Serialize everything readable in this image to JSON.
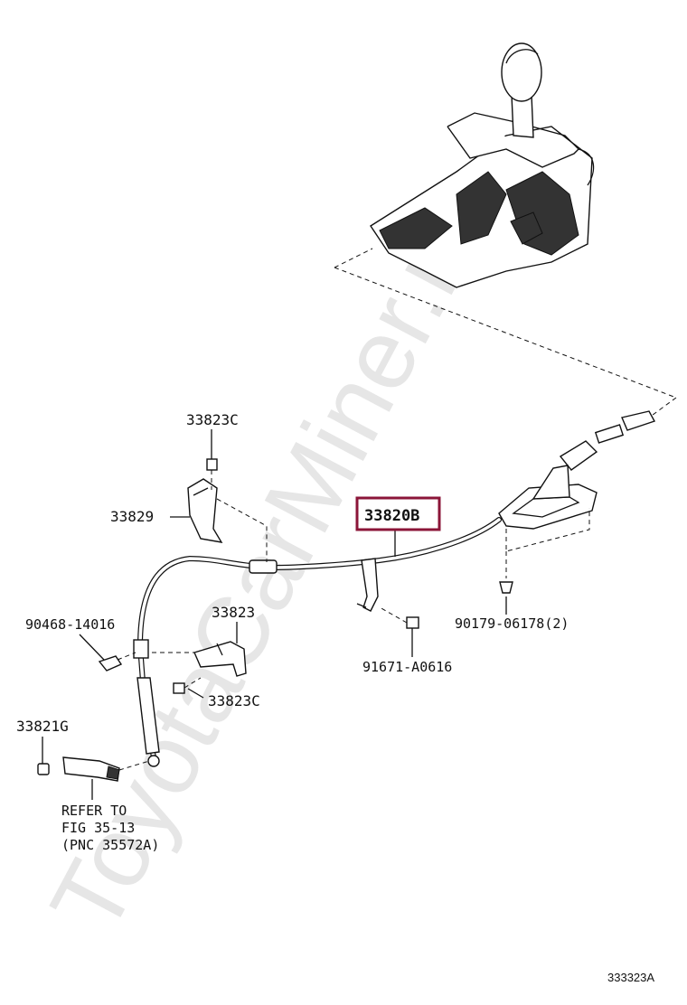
{
  "watermark": "ToyotaCarMiner.ru",
  "highlight_color": "#8b1538",
  "labels": {
    "p33823c_top": "33823C",
    "p33829": "33829",
    "p33820b": "33820B",
    "p90468": "90468-14016",
    "p33823": "33823",
    "p33823c_bot": "33823C",
    "p33821g": "33821G",
    "p90179": "90179-06178(2)",
    "p91671": "91671-A0616"
  },
  "refer": {
    "line1": "REFER TO",
    "line2": "FIG 35-13",
    "line3": "(PNC 35572A)"
  },
  "figure_id": "333323A"
}
